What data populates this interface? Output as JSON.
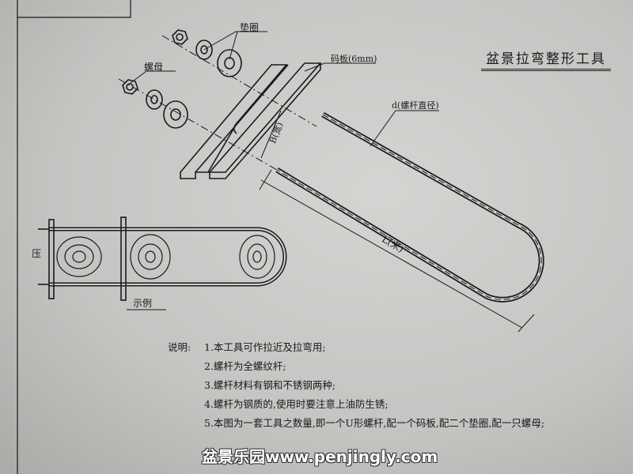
{
  "title": "盆景拉弯整形工具",
  "labels": {
    "washer": "垫圈",
    "nut": "螺母",
    "plate": "码板(6mm)",
    "rod_diameter": "d(螺杆直径)",
    "width": "B(宽)",
    "length": "L(米)",
    "press": "压",
    "example": "示例"
  },
  "notes": {
    "heading": "说明:",
    "items": [
      "1.本工具可作拉近及拉弯用;",
      "2.螺杆为全螺纹杆;",
      "3.螺杆材料有钢和不锈钢两种;",
      "4.螺杆为钢质的,使用时要注意上油防生锈;",
      "5.本图为一套工具之数量,即一个U形螺杆,配一个码板,配二个垫圈,配一只螺母;"
    ]
  },
  "watermark": "盆景乐园www.penjingly.com"
}
